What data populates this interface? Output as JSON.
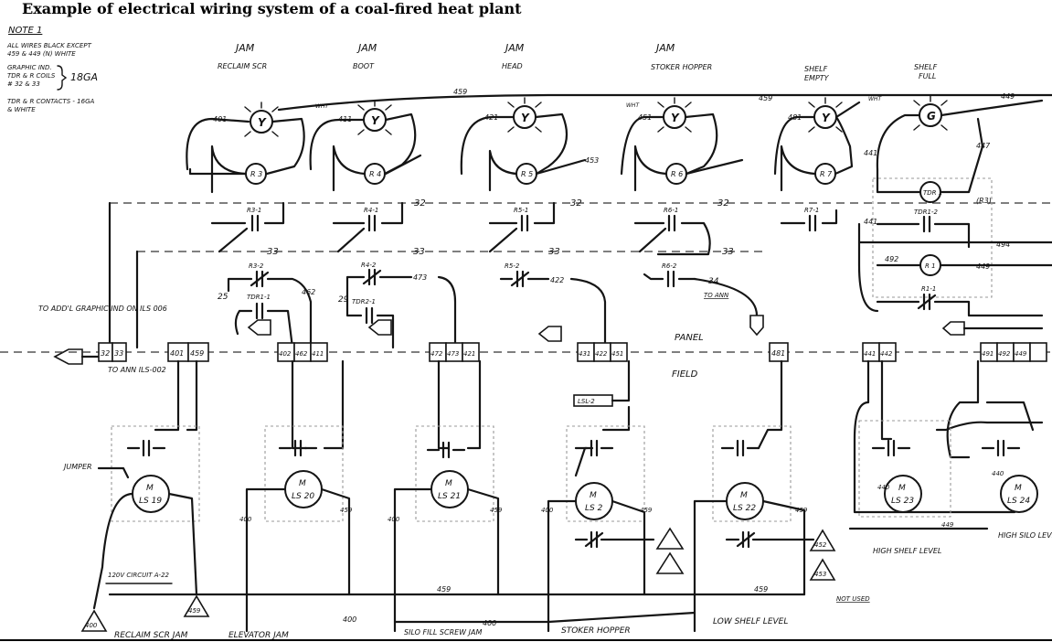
{
  "caption": "Example of electrical wiring system of a coal-fired heat plant",
  "note": {
    "title": "NOTE 1",
    "lines": [
      "ALL WIRES BLACK EXCEPT",
      "459 & 449 (N) WHITE",
      "GRAPHIC IND.",
      "TDR & R COILS",
      "# 32 & 33",
      "18GA",
      "TDR & R CONTACTS - 16GA",
      "& WHITE"
    ]
  },
  "headers": [
    {
      "line1": "JAM",
      "line2": "RECLAIM SCR"
    },
    {
      "line1": "JAM",
      "line2": "BOOT"
    },
    {
      "line1": "JAM",
      "line2": "HEAD"
    },
    {
      "line1": "JAM",
      "line2": "STOKER HOPPER"
    },
    {
      "line1": "SHELF",
      "line2": "EMPTY"
    },
    {
      "line1": "SHELF",
      "line2": "FULL"
    }
  ],
  "lamps": [
    "Y",
    "Y",
    "Y",
    "Y",
    "Y",
    "G"
  ],
  "relays": [
    "R 3",
    "R 4",
    "R 5",
    "R 6",
    "R 7"
  ],
  "contacts": [
    "R3-1",
    "R4-1",
    "R5-1",
    "R6-1",
    "R7-1",
    "R3-2",
    "TDR1-1",
    "R4-2",
    "TDR2-1",
    "R5-2",
    "R6-2",
    "TDR 1",
    "TDR1-2",
    "R 1",
    "R1-1"
  ],
  "wire_labels": [
    "401",
    "411",
    "421",
    "451",
    "481",
    "459",
    "459",
    "453",
    "32",
    "33",
    "25",
    "462",
    "29",
    "473",
    "422",
    "34",
    "441",
    "447",
    "449",
    "492",
    "494",
    "WHT",
    "WHT",
    "WHT",
    "(R3)",
    "440",
    "449",
    "400",
    "400",
    "400",
    "459",
    "459",
    "459",
    "459",
    "459"
  ],
  "terminals": [
    [
      "32",
      "33"
    ],
    [
      "401",
      "459"
    ],
    [
      "402",
      "462",
      "411"
    ],
    [
      "472",
      "473",
      "421"
    ],
    [
      "431",
      "422",
      "451"
    ],
    [
      "481"
    ],
    [
      "441",
      "442"
    ],
    [
      "491",
      "492",
      "449"
    ]
  ],
  "side_labels": {
    "to_addl": "TO ADD'L GRAPHIC IND ON ILS 006",
    "to_ann_ils": "TO ANN ILS-002",
    "to_ann": "TO ANN",
    "panel": "PANEL",
    "field": "FIELD",
    "lsl": "LSL-2",
    "jumper": "JUMPER",
    "circuit": "120V CIRCUIT A-22",
    "not_used": "NOT USED",
    "high_shelf": "HIGH SHELF LEVEL",
    "high_silo": "HIGH SILO LEVEL"
  },
  "switches": [
    {
      "top": "M",
      "bottom": "LS 19"
    },
    {
      "top": "M",
      "bottom": "LS 20"
    },
    {
      "top": "M",
      "bottom": "LS 21"
    },
    {
      "top": "M",
      "bottom": "LS 2"
    },
    {
      "top": "M",
      "bottom": "LS 22"
    },
    {
      "top": "M",
      "bottom": "LS 23"
    },
    {
      "top": "M",
      "bottom": "LS 24"
    }
  ],
  "bottom_labels": [
    "RECLAIM SCR JAM",
    "ELEVATOR JAM",
    "SILO FILL SCREW JAM",
    "STOKER HOPPER",
    "LOW SHELF LEVEL"
  ],
  "triangles": [
    "400",
    "459",
    "452",
    "453"
  ]
}
